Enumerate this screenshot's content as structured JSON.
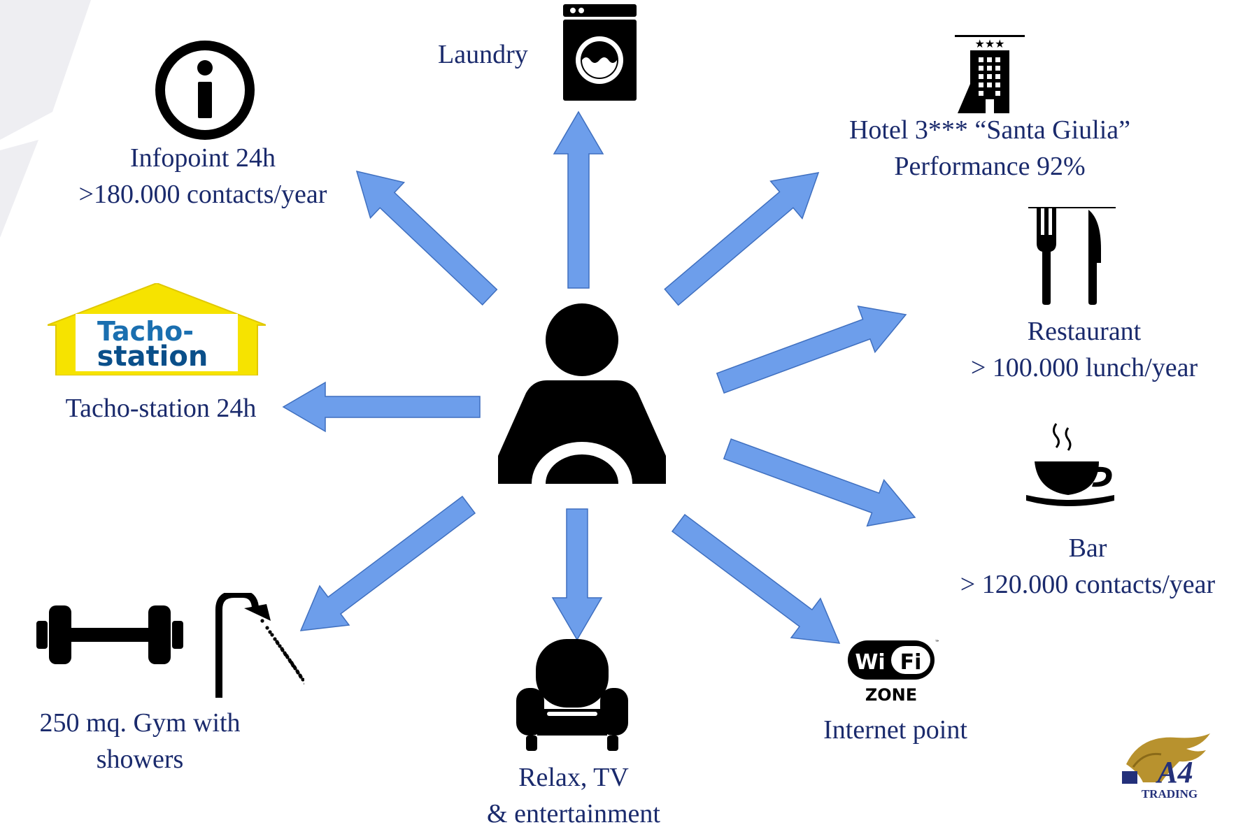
{
  "colors": {
    "text": "#1a2a6c",
    "arrow_fill": "#6d9eeb",
    "arrow_stroke": "#3f6fbf",
    "icon": "#000000",
    "bg_shape": "#eeeef2"
  },
  "center": {
    "icon": "driver-icon"
  },
  "nodes": {
    "laundry": {
      "icon": "washing-machine-icon",
      "label": "Laundry"
    },
    "infopoint": {
      "icon": "info-icon",
      "line1": "Infopoint 24h",
      "line2": ">180.000 contacts/year"
    },
    "hotel": {
      "icon": "hotel-icon",
      "line1": "Hotel 3*** “Santa Giulia”",
      "line2": "Performance 92%"
    },
    "restaurant": {
      "icon": "fork-knife-icon",
      "line1": "Restaurant",
      "line2": "> 100.000 lunch/year"
    },
    "tacho": {
      "icon": "tacho-station-logo",
      "logo_line1": "Tacho-",
      "logo_line2": "station",
      "label": "Tacho-station 24h"
    },
    "bar": {
      "icon": "coffee-cup-icon",
      "line1": "Bar",
      "line2": "> 120.000 contacts/year"
    },
    "gym": {
      "icon": "dumbbell-icon",
      "icon2": "shower-icon",
      "line1": "250 mq. Gym with",
      "line2": "showers"
    },
    "relax": {
      "icon": "armchair-icon",
      "line1": "Relax, TV",
      "line2": "& entertainment"
    },
    "wifi": {
      "icon": "wifi-zone-icon",
      "logo_text": "Wi Fi",
      "zone_text": "ZONE",
      "tm": "™",
      "label": "Internet point"
    }
  },
  "brand": {
    "logo_line1": "A4",
    "logo_line2": "TRADING",
    "icon": "lion-logo"
  }
}
